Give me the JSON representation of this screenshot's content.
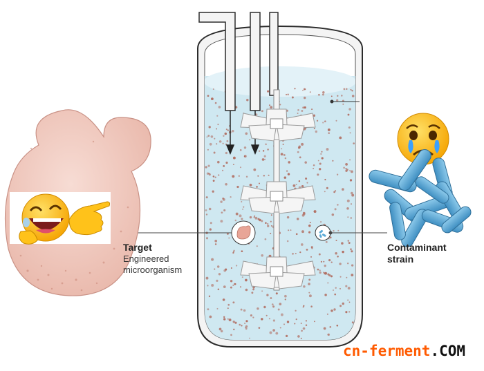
{
  "labels": {
    "target_title": "Target",
    "target_line1": "Engineered",
    "target_line2": "microorganism",
    "contaminant_line1": "Contaminant",
    "contaminant_line2": "strain"
  },
  "watermark": {
    "part1": "cn-ferment",
    "dot": ".",
    "part2": "COM"
  },
  "colors": {
    "liquid": "#cfe8f1",
    "liquid_top": "#e3f2f8",
    "vessel_outline": "#2b2b2b",
    "vessel_wall": "#f2f2f2",
    "cell": "#f2cfc6",
    "particles": "#b06a5d",
    "contaminant": "#5aa9d6",
    "watermark_orange": "#ff5a00"
  },
  "icons": [
    "laughing-emoji-icon",
    "crying-emoji-icon",
    "rod-bacteria-icon",
    "impeller-icon"
  ]
}
